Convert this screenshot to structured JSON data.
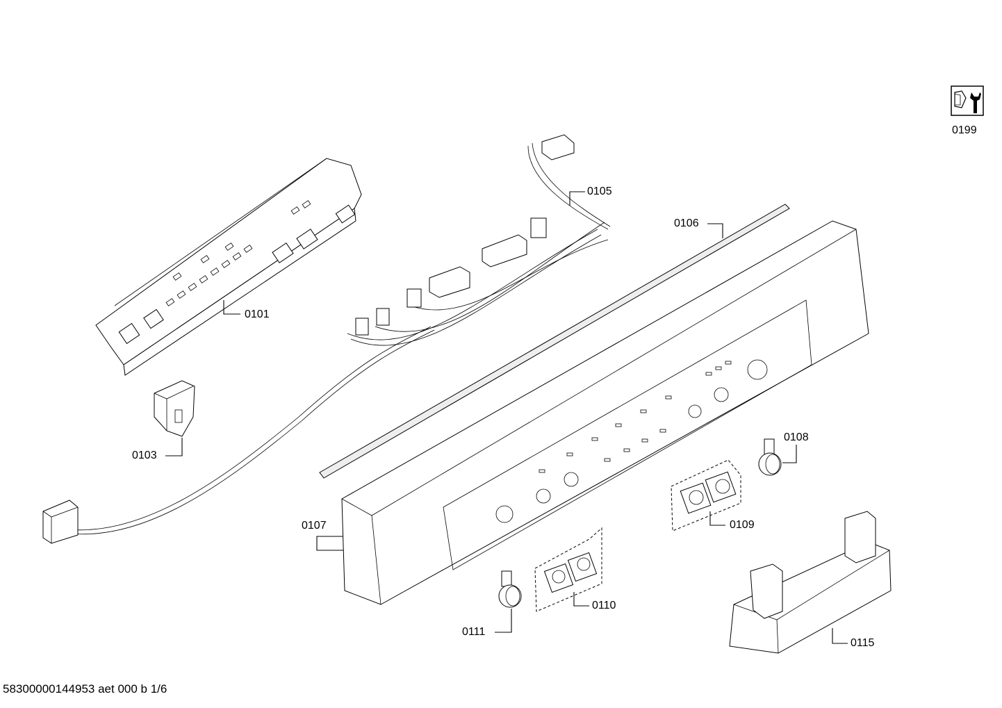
{
  "diagram": {
    "labels": {
      "p0101": "0101",
      "p0103": "0103",
      "p0105": "0105",
      "p0106": "0106",
      "p0107": "0107",
      "p0108": "0108",
      "p0109": "0109",
      "p0110": "0110",
      "p0111": "0111",
      "p0115": "0115",
      "p0199": "0199"
    },
    "footer": "58300000144953 aet 000 b 1/6",
    "icons": {
      "tool": "wrench-nut-icon"
    }
  }
}
